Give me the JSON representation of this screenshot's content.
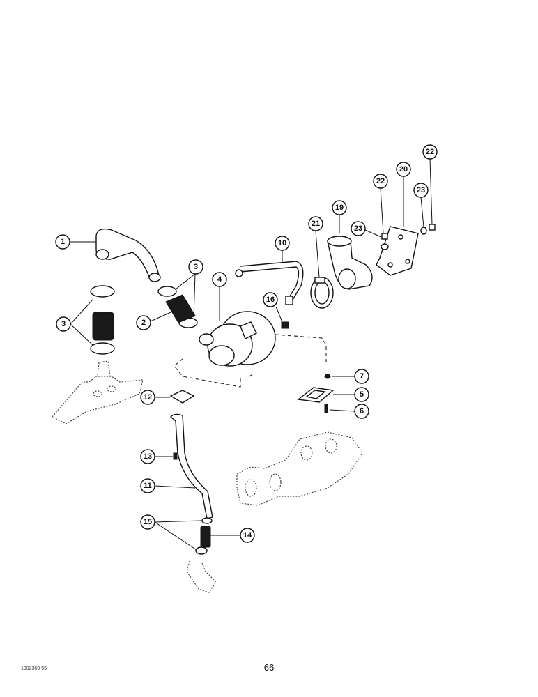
{
  "page": {
    "number": "66",
    "ref_code": "1902369 55"
  },
  "callouts": [
    "1",
    "2",
    "3",
    "3",
    "4",
    "5",
    "6",
    "7",
    "10",
    "11",
    "12",
    "13",
    "14",
    "15",
    "16",
    "19",
    "20",
    "21",
    "22",
    "22",
    "23",
    "23"
  ]
}
